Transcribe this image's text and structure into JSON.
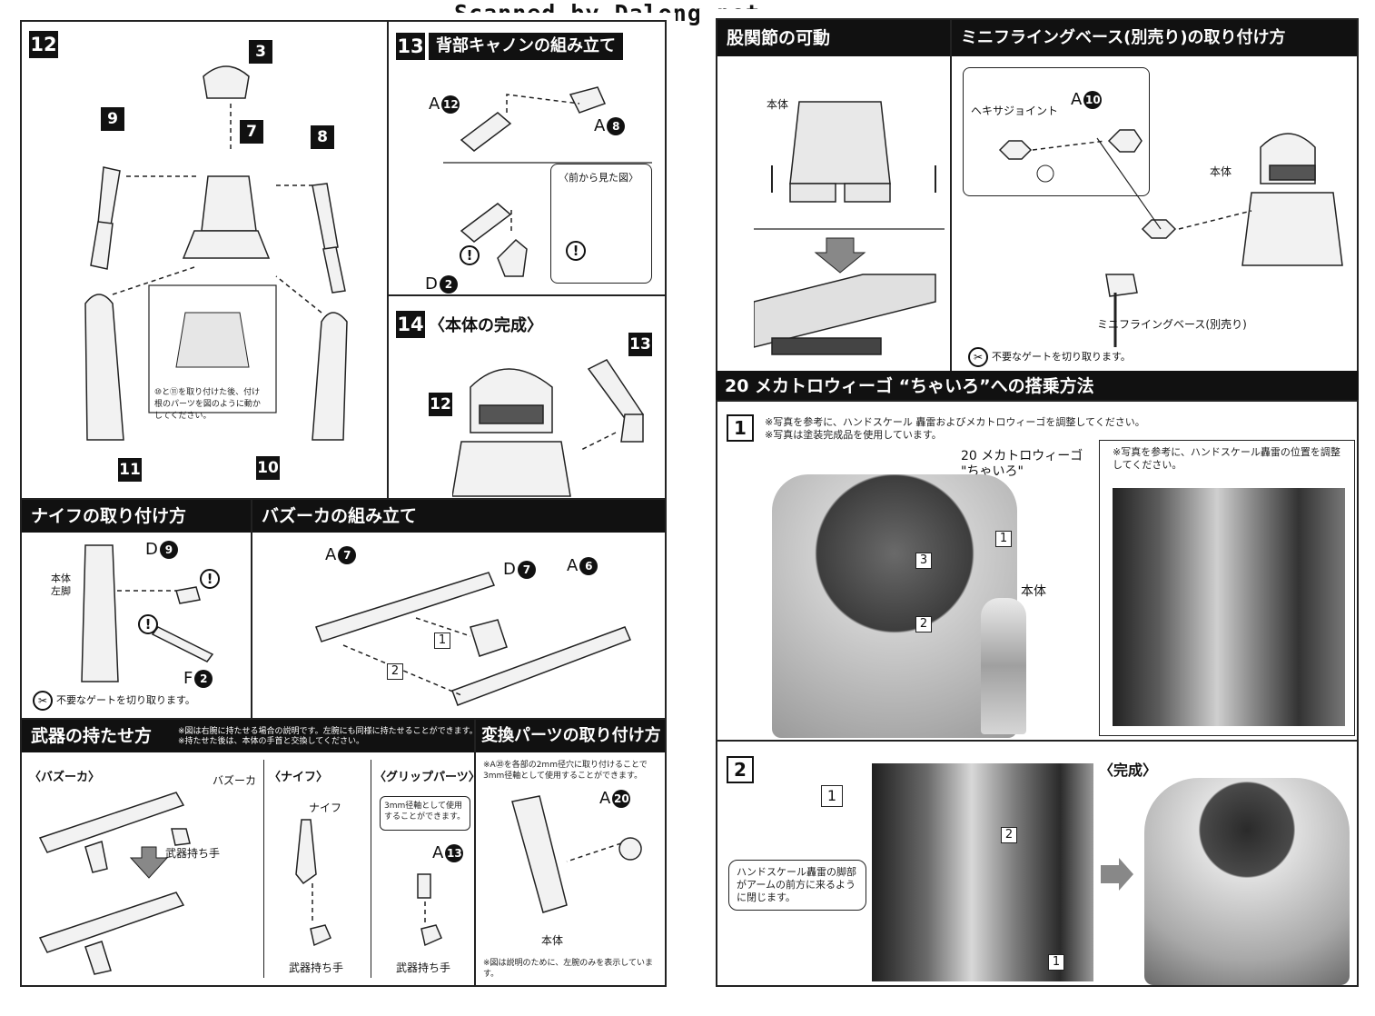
{
  "watermark": "Scanned by Dalong.net",
  "left_page": {
    "step12": {
      "num": "12",
      "tags": [
        "3",
        "9",
        "7",
        "8",
        "11",
        "10"
      ],
      "note": "⑩と⑪を取り付けた後、付け根のパーツを図のように動かしてください。"
    },
    "step13": {
      "num": "13",
      "title": "背部キャノンの組み立て",
      "refs": [
        {
          "letter": "A",
          "num": "12"
        },
        {
          "letter": "A",
          "num": "8"
        },
        {
          "letter": "D",
          "num": "2"
        }
      ],
      "front_view": "〈前から見た図〉"
    },
    "step14": {
      "num": "14",
      "title": "〈本体の完成〉",
      "tags": [
        "12",
        "13"
      ]
    },
    "knife": {
      "title": "ナイフの取り付け方",
      "body_label": "本体\n左脚",
      "refs": [
        {
          "letter": "D",
          "num": "9"
        },
        {
          "letter": "F",
          "num": "2"
        }
      ],
      "gate_note": "不要なゲートを切り取ります。"
    },
    "bazooka": {
      "title": "バズーカの組み立て",
      "refs": [
        {
          "letter": "A",
          "num": "7"
        },
        {
          "letter": "D",
          "num": "7"
        },
        {
          "letter": "A",
          "num": "6"
        }
      ],
      "steps": [
        "1",
        "2"
      ]
    },
    "weapons": {
      "title": "武器の持たせ方",
      "note": "※図は右腕に持たせる場合の説明です。左腕にも同様に持たせることができます。\n※持たせた後は、本体の手首と交換してください。",
      "bazooka_col": {
        "heading": "〈バズーカ〉",
        "label_bazooka": "バズーカ",
        "label_hand": "武器持ち手"
      },
      "knife_col": {
        "heading": "〈ナイフ〉",
        "label_knife": "ナイフ",
        "label_hand": "武器持ち手"
      },
      "grip_col": {
        "heading": "〈グリップパーツ〉",
        "note": "3mm径軸として使用することができます。",
        "ref": {
          "letter": "A",
          "num": "13"
        },
        "label_hand": "武器持ち手"
      }
    },
    "conversion": {
      "title": "変換パーツの取り付け方",
      "note": "※A⑳を各部の2mm径穴に取り付けることで3mm径軸として使用することができます。",
      "ref": {
        "letter": "A",
        "num": "20"
      },
      "body_label": "本体",
      "footnote": "※図は説明のために、左腕のみを表示しています。"
    }
  },
  "right_page": {
    "hip": {
      "title": "股関節の可動",
      "body_label": "本体"
    },
    "miniflying": {
      "title": "ミニフライングベース(別売り)の取り付け方",
      "hex_label": "ヘキサジョイント",
      "ref": {
        "letter": "A",
        "num": "10"
      },
      "body_label": "本体",
      "base_label": "ミニフライングベース(別売り)",
      "gate_note": "不要なゲートを切り取ります。"
    },
    "ride": {
      "title": "20 メカトロウィーゴ “ちゃいろ”への搭乗方法",
      "step1": {
        "num": "1",
        "note1": "※写真を参考に、ハンドスケール 轟雷およびメカトロウィーゴを調整してください。",
        "note2": "※写真は塗装完成品を使用しています。",
        "mecha_label": "20 メカトロウィーゴ\n\"ちゃいろ\"",
        "body_label": "本体",
        "arrows": [
          "1",
          "2",
          "3"
        ],
        "inset_note": "※写真を参考に、ハンドスケール轟雷の位置を調整してください。"
      },
      "step2": {
        "num": "2",
        "callout": "ハンドスケール轟雷の脚部がアームの前方に来るように閉じます。",
        "arrows": [
          "1",
          "2",
          "1"
        ],
        "complete": "〈完成〉"
      }
    }
  },
  "colors": {
    "header_bg": "#111111",
    "border": "#222222"
  }
}
